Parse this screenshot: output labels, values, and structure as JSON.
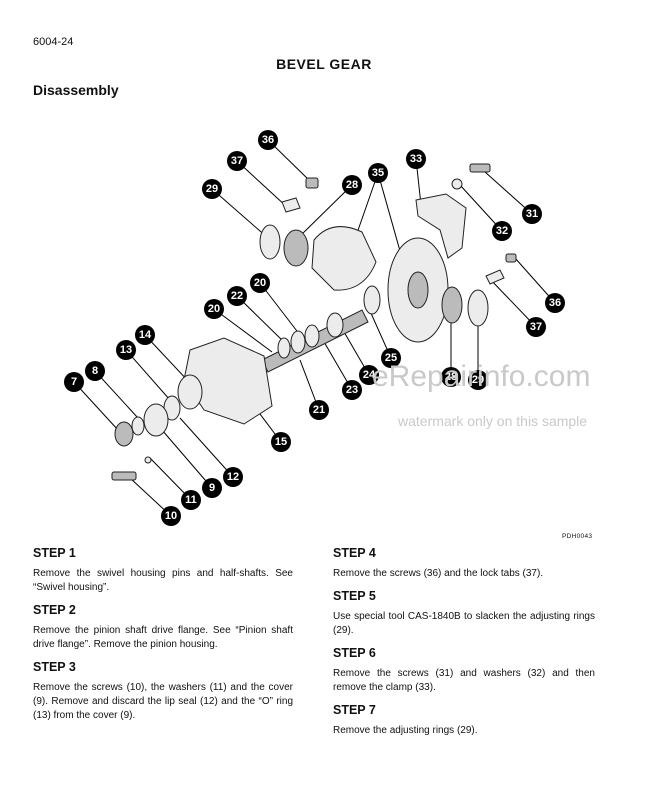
{
  "header": {
    "page_code": "6004-24",
    "title": "BEVEL GEAR",
    "section": "Disassembly"
  },
  "figure": {
    "drawing_ref": "PDH0043",
    "callouts": [
      {
        "id": "c36a",
        "label": "36"
      },
      {
        "id": "c37a",
        "label": "37"
      },
      {
        "id": "c29a",
        "label": "29"
      },
      {
        "id": "c28a",
        "label": "28"
      },
      {
        "id": "c35",
        "label": "35"
      },
      {
        "id": "c33",
        "label": "33"
      },
      {
        "id": "c31",
        "label": "31"
      },
      {
        "id": "c32",
        "label": "32"
      },
      {
        "id": "c36b",
        "label": "36"
      },
      {
        "id": "c37b",
        "label": "37"
      },
      {
        "id": "c20a",
        "label": "20"
      },
      {
        "id": "c22",
        "label": "22"
      },
      {
        "id": "c20b",
        "label": "20"
      },
      {
        "id": "c14",
        "label": "14"
      },
      {
        "id": "c13",
        "label": "13"
      },
      {
        "id": "c8",
        "label": "8"
      },
      {
        "id": "c7",
        "label": "7"
      },
      {
        "id": "c25",
        "label": "25"
      },
      {
        "id": "c24",
        "label": "24"
      },
      {
        "id": "c23",
        "label": "23"
      },
      {
        "id": "c21",
        "label": "21"
      },
      {
        "id": "c15",
        "label": "15"
      },
      {
        "id": "c28b",
        "label": "28"
      },
      {
        "id": "c29b",
        "label": "29"
      },
      {
        "id": "c12",
        "label": "12"
      },
      {
        "id": "c9",
        "label": "9"
      },
      {
        "id": "c11",
        "label": "11"
      },
      {
        "id": "c10",
        "label": "10"
      }
    ]
  },
  "watermark": {
    "main": "eRepairinfo.com",
    "sub": "watermark only on this sample"
  },
  "steps": [
    {
      "title": "STEP 1",
      "text": "Remove the swivel housing pins and half-shafts. See “Swivel housing”."
    },
    {
      "title": "STEP 2",
      "text": "Remove the pinion shaft drive flange. See “Pinion shaft drive flange”. Remove the pinion housing."
    },
    {
      "title": "STEP 3",
      "text": "Remove the screws (10), the washers (11) and the cover (9). Remove and discard the lip seal (12) and the “O” ring (13) from the cover (9)."
    },
    {
      "title": "STEP 4",
      "text": "Remove the screws (36) and the lock tabs (37)."
    },
    {
      "title": "STEP 5",
      "text": "Use special tool CAS-1840B to slacken the adjusting rings (29)."
    },
    {
      "title": "STEP 6",
      "text": "Remove the screws (31) and washers (32) and then remove the clamp (33)."
    },
    {
      "title": "STEP 7",
      "text": "Remove the adjusting rings (29)."
    }
  ]
}
